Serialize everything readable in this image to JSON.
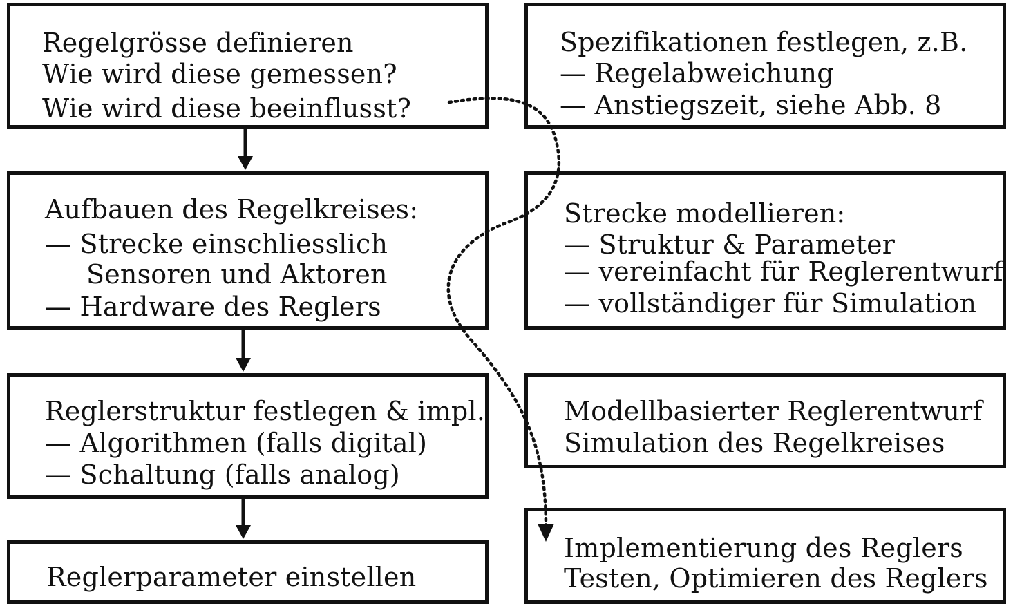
{
  "left_boxes": [
    {
      "lines": [
        "Regelgrösse definieren",
        "Wie wird diese gemessen?",
        "Wie wird diese beeinflusst?"
      ]
    },
    {
      "lines": [
        "Aufbauen des Regelkreises:",
        "— Strecke einschliesslich",
        "Sensoren und Aktoren",
        "— Hardware des Reglers"
      ]
    },
    {
      "lines": [
        "Reglerstruktur festlegen & impl.",
        "— Algorithmen (falls digital)",
        "— Schaltung (falls analog)"
      ]
    },
    {
      "lines": [
        "Reglerparameter einstellen"
      ]
    }
  ],
  "right_boxes": [
    {
      "lines": [
        "Spezifikationen festlegen, z.B.",
        "— Regelabweichung",
        "— Anstiegszeit, siehe Abb. 8"
      ]
    },
    {
      "lines": [
        "Strecke modellieren:",
        "— Struktur & Parameter",
        "— vereinfacht für Reglerentwurf",
        "— vollständiger für Simulation"
      ]
    },
    {
      "lines": [
        "Modellbasierter Reglerentwurf",
        "Simulation des Regelkreises"
      ]
    },
    {
      "lines": [
        "Implementierung des Reglers",
        "Testen, Optimieren des Reglers"
      ]
    }
  ]
}
